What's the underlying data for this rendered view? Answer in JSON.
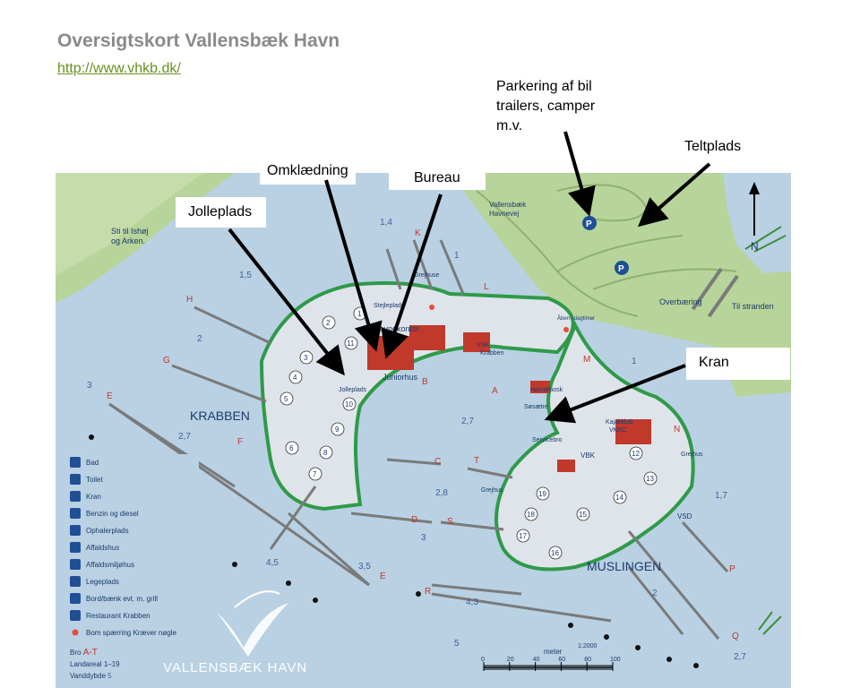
{
  "header": {
    "title": "Oversigtskort Vallensbæk Havn",
    "url": "http://www.vhkb.dk/"
  },
  "callouts": {
    "parkering": [
      "Parkering af  bil",
      "trailers, camper",
      "m.v."
    ],
    "teltplads": "Teltplads",
    "omklaedning": "Omklædning",
    "bureau": "Bureau",
    "jolleplads": "Jolleplads",
    "kran": "Kran"
  },
  "map_labels": {
    "sti": [
      "Sti til Ishøj",
      "og Arken."
    ],
    "havnevej": [
      "Vallensbæk",
      "Havnevej"
    ],
    "krabben": "KRABBEN",
    "muslingen": "MUSLINGEN",
    "overbaering": "Overbæring",
    "til_stranden": "Til stranden",
    "north": "N",
    "havnekontor": "Havnekontor",
    "juniorhus": "Juniorhus",
    "jolleplads_small": "Jolleplads",
    "grejhuse": "Grejhuse",
    "stejleplads": "Stejleplads",
    "vsk_krabben": [
      "VSK",
      "Krabben"
    ],
    "havnekiosk": "Havnekiosk",
    "sosaetre": "Søsætre",
    "servicebro": "Servicebro",
    "kajakklub": [
      "Kajakklub",
      "VKKC"
    ],
    "vbk": "VBK",
    "grejhus_left": "Grejhus",
    "grejhus_right": "Grejhus",
    "vsd": "VSD",
    "aaben": "Åben i dagtimer"
  },
  "depths": [
    "1,4",
    "1",
    "1,5",
    "2",
    "3",
    "2,7",
    "2,7",
    "2,8",
    "3",
    "4,5",
    "3,5",
    "4,3",
    "5",
    "1",
    "1,7",
    "2",
    "2,7"
  ],
  "pier_letters": [
    "K",
    "L",
    "H",
    "G",
    "E",
    "F",
    "A",
    "B",
    "C",
    "T",
    "D",
    "S",
    "E",
    "R",
    "M",
    "N",
    "P",
    "Q"
  ],
  "plots": [
    "1",
    "2",
    "3",
    "4",
    "5",
    "6",
    "7",
    "8",
    "9",
    "10",
    "11",
    "12",
    "13",
    "14",
    "15",
    "16",
    "17",
    "18",
    "19"
  ],
  "legend": {
    "items": [
      "Bad",
      "Toilet",
      "Kran",
      "Benzin og diesel",
      "Ophalerplads",
      "Affaldshus",
      "Affaldsmiljøhus",
      "Legeplads",
      "Bord/bænk evt. m. grill",
      "Restaurant Krabben",
      "Bom spærring Kræver nøgle"
    ],
    "icons": [
      "shower-icon",
      "wc-icon",
      "crane-icon",
      "fuel-icon",
      "boat-ramp-icon",
      "waste-icon",
      "recycling-icon",
      "playground-icon",
      "picnic-table-icon",
      "restaurant-icon",
      "barrier-icon"
    ],
    "bro": "Bro",
    "bro_range": "A-T",
    "landareal": "Landareal",
    "landareal_range": [
      "1",
      "19"
    ],
    "vanddybde": "Vanddybde",
    "vanddybde_value": "5"
  },
  "brand": "VALLENSBÆK HAVN",
  "scale": {
    "unit": "meter",
    "ratio": "1:2000",
    "ticks": [
      "0",
      "20",
      "40",
      "60",
      "80",
      "100"
    ]
  },
  "colors": {
    "water": "#b9d1e3",
    "land": "#b7d49a",
    "quay": "#dfe4ea",
    "building": "#c0392b",
    "edge": "#2f9a49",
    "symbol": "#1f4f95"
  }
}
